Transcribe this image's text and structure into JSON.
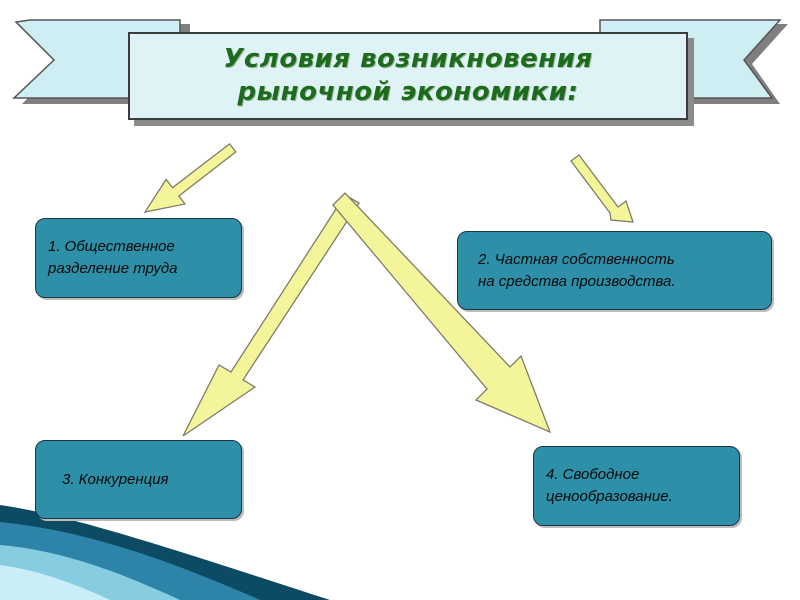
{
  "title": {
    "line1": "Условия возникновения",
    "line2": "рыночной экономики:"
  },
  "nodes": [
    {
      "label": "1.   Общественное\nразделение труда"
    },
    {
      "label": "2. Частная собственность\nна средства производства."
    },
    {
      "label": "3. Конкуренция"
    },
    {
      "label": "4. Свободное\nценообразование."
    }
  ],
  "colors": {
    "banner": "#cfeef3",
    "title_box": "#dff3f6",
    "title_text": "#1d6b1d",
    "node_fill": "#2e8fa8",
    "arrow_fill": "#f4f49a",
    "arrow_stroke": "#7d7d68"
  }
}
